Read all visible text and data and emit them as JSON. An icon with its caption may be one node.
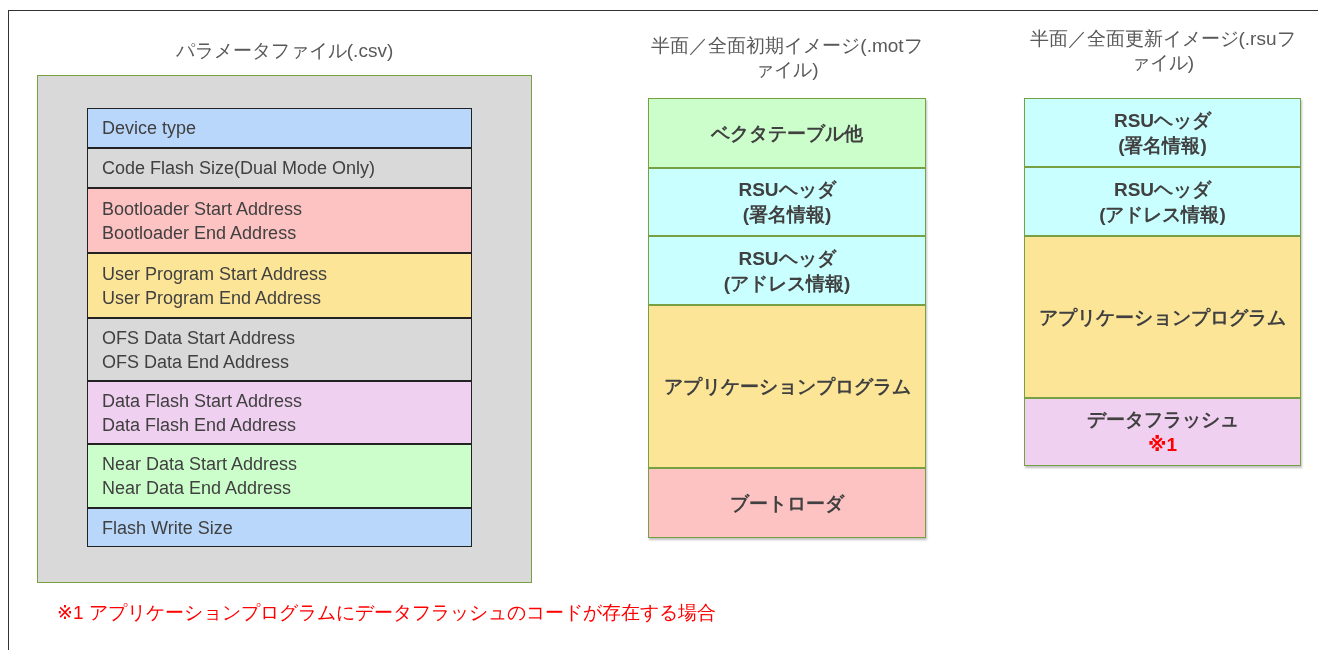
{
  "diagram": {
    "nodes": [
      {
        "text": [
          "パラメータファイル(.csv)"
        ]
      },
      {
        "text": [
          "Device type"
        ],
        "in": 0
      },
      {
        "text": [
          "Code Flash Size(Dual Mode Only)"
        ],
        "in": 0
      },
      {
        "text": [
          "Bootloader Start Address",
          "Bootloader End Address"
        ],
        "in": 0
      },
      {
        "text": [
          "User Program Start Address",
          "User Program End Address"
        ],
        "in": 0
      },
      {
        "text": [
          "OFS Data Start Address",
          "OFS Data End Address"
        ],
        "in": 0
      },
      {
        "text": [
          "Data Flash Start Address",
          "Data Flash End Address"
        ],
        "in": 0
      },
      {
        "text": [
          "Near Data Start Address",
          "Near Data End Address"
        ],
        "in": 0
      },
      {
        "text": [
          "Flash Write Size"
        ],
        "in": 0
      },
      {
        "text": [
          "半面／全面初期イメージ(.motファイル)"
        ]
      },
      {
        "text": [
          "ベクタテーブル他"
        ],
        "in": 9
      },
      {
        "text": [
          "RSUヘッダ",
          "(署名情報)"
        ],
        "in": 9
      },
      {
        "text": [
          "RSUヘッダ",
          "(アドレス情報)"
        ],
        "in": 9
      },
      {
        "text": [
          "アプリケーションプログラム"
        ],
        "in": 9
      },
      {
        "text": [
          "ブートローダ"
        ],
        "in": 9
      },
      {
        "text": [
          "半面／全面更新イメージ(.rsuファイル)"
        ]
      },
      {
        "text": [
          "RSUヘッダ",
          "(署名情報)"
        ],
        "in": 15
      },
      {
        "text": [
          "RSUヘッダ",
          "(アドレス情報)"
        ],
        "in": 15
      },
      {
        "text": [
          "アプリケーションプログラム"
        ],
        "in": 15
      },
      {
        "text": [
          "データフラッシュ",
          "※1"
        ],
        "in": 15
      }
    ],
    "labels": [
      "※1 アプリケーションプログラムにデータフラッシュのコードが存在する場合"
    ]
  }
}
